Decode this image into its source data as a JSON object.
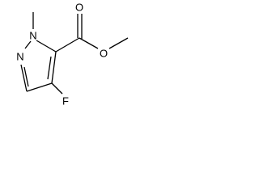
{
  "molecule": {
    "atoms": {
      "n1": "N",
      "n2": "N",
      "f": "F",
      "o_carbonyl": "O",
      "o_ester": "O"
    }
  }
}
